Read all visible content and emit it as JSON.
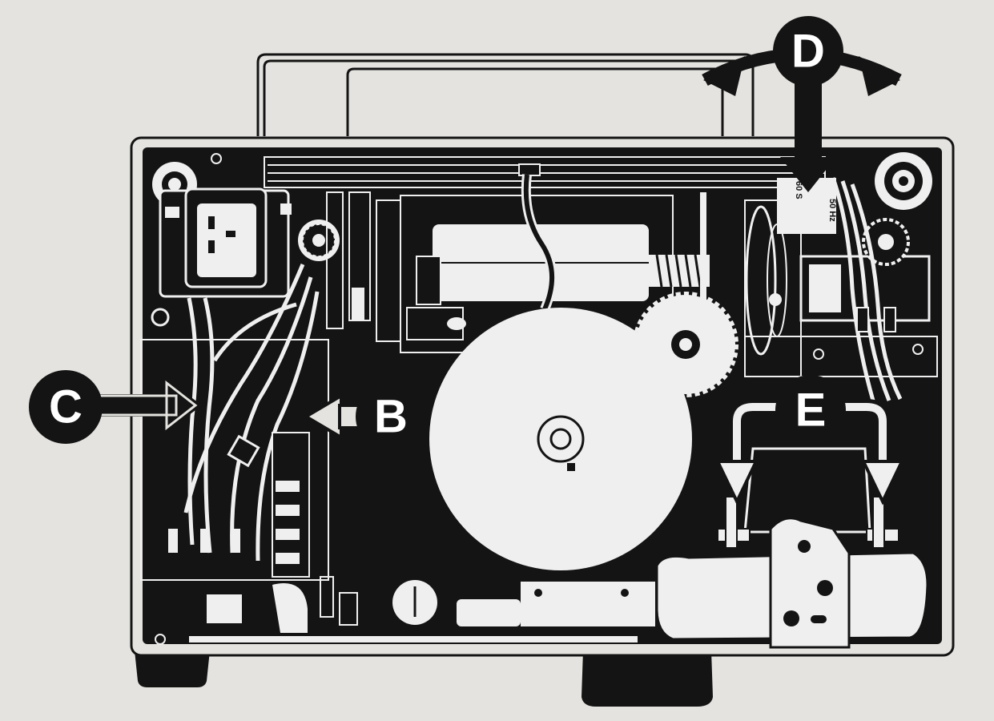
{
  "callouts": {
    "b": "B",
    "c": "C",
    "d": "D",
    "e": "E"
  },
  "switch_text": {
    "hz": "50 Hz",
    "code": "60 S"
  },
  "colors": {
    "paper": "#e4e3df",
    "ink": "#141414",
    "highlight": "#efefef"
  }
}
